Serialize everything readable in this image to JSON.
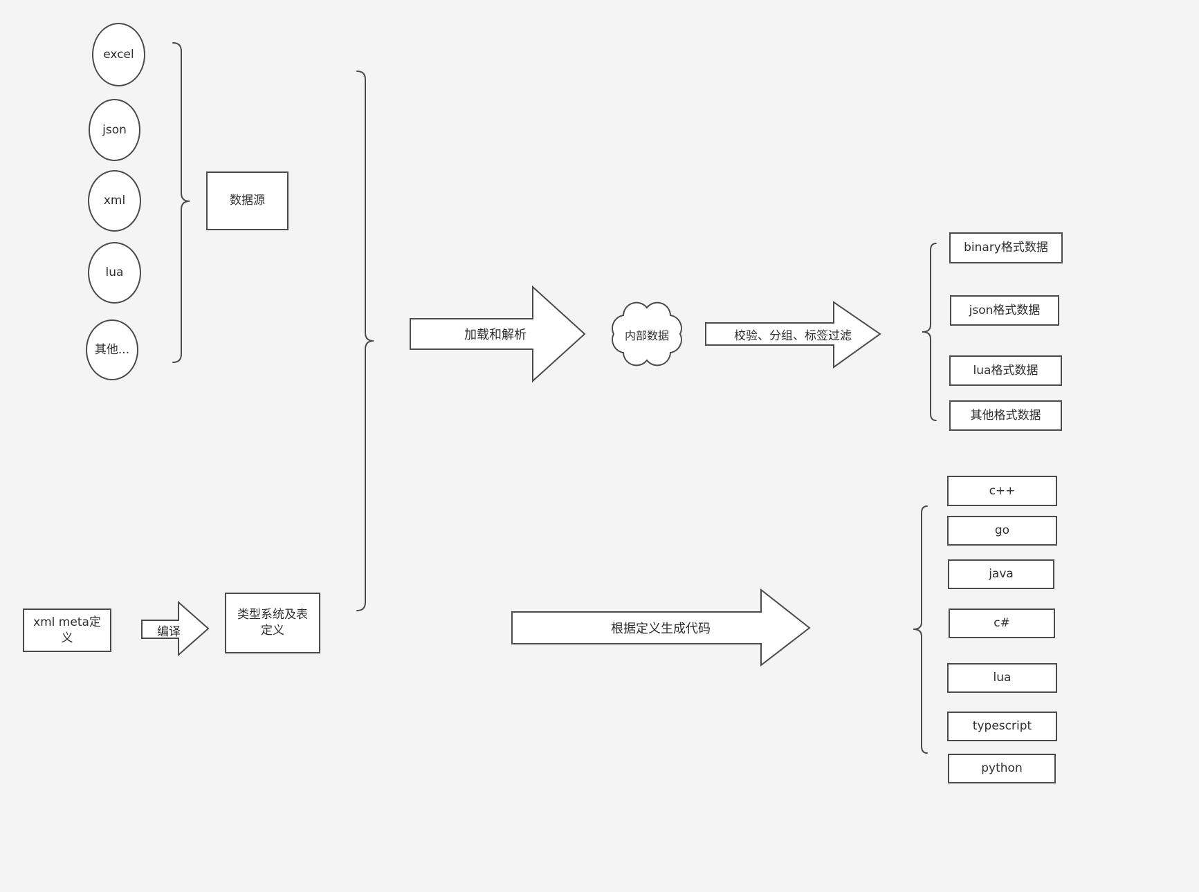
{
  "colors": {
    "background": "#f4f4f5",
    "stroke": "#4a4a4a",
    "shape_fill": "#ffffff",
    "text": "#2e2e2e"
  },
  "sources": {
    "items": [
      "excel",
      "json",
      "xml",
      "lua",
      "其他..."
    ],
    "group_label": "数据源"
  },
  "pipeline": {
    "load_arrow": "加载和解析",
    "cloud": "内部数据",
    "filter_arrow": "校验、分组、标签过滤"
  },
  "data_outputs": [
    "binary格式数据",
    "json格式数据",
    "lua格式数据",
    "其他格式数据"
  ],
  "definition_flow": {
    "xml_meta": "xml meta定义",
    "compile_arrow": "编译",
    "type_system": "类型系统及表定义",
    "codegen_arrow": "根据定义生成代码"
  },
  "code_outputs": [
    "c++",
    "go",
    "java",
    "c#",
    "lua",
    "typescript",
    "python"
  ]
}
